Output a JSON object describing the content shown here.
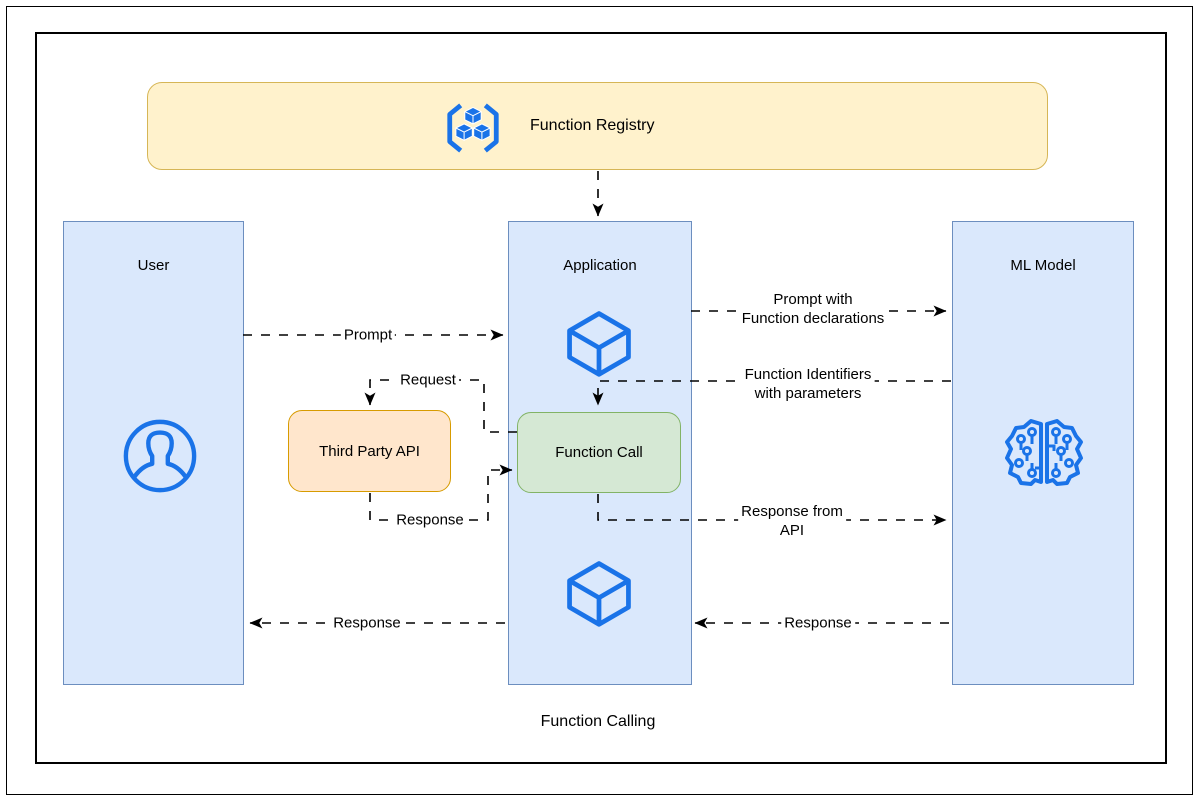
{
  "diagram": {
    "caption": "Function Calling",
    "registry": {
      "label": "Function Registry",
      "icon": "brackets-cubes-icon"
    },
    "user": {
      "title": "User",
      "icon": "person-icon"
    },
    "application": {
      "title": "Application",
      "icon": "cube-icon"
    },
    "ml_model": {
      "title": "ML Model",
      "icon": "circuit-brain-icon"
    },
    "third_party": {
      "label": "Third Party API"
    },
    "function_call": {
      "label": "Function Call"
    },
    "edges": {
      "prompt": "Prompt",
      "prompt_decl": "Prompt with\nFunction declarations",
      "func_ident": "Function Identifiers\nwith parameters",
      "request": "Request",
      "tp_response": "Response",
      "response_api": "Response from\nAPI",
      "ml_response": "Response",
      "user_response": "Response"
    },
    "colors": {
      "icon_accent": "#1a73e8",
      "lane_fill": "#dae8fc",
      "lane_stroke": "#6c8ebf",
      "registry_fill": "#fff2cc",
      "registry_stroke": "#d6b656",
      "third_party_fill": "#ffe6cc",
      "third_party_stroke": "#d79b00",
      "function_call_fill": "#d5e8d4",
      "function_call_stroke": "#82b366",
      "connector": "#000000"
    }
  }
}
